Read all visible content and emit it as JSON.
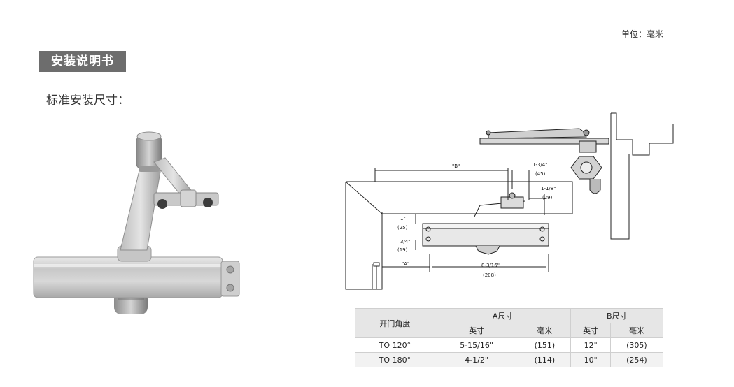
{
  "header": {
    "unit_label": "单位：毫米",
    "title": "安装说明书",
    "subtitle": "标准安装尺寸："
  },
  "diagram": {
    "labels": {
      "b": "\"B\"",
      "one_three_quarter": "1-3/4\"",
      "forty_five": "(45)",
      "one_one_eighth": "1-1/8\"",
      "twenty_nine": "(29)",
      "one_inch": "1\"",
      "twenty_five": "(25)",
      "three_quarter": "3/4\"",
      "nineteen": "(19)",
      "a": "\"A\"",
      "eight_three_sixteenth": "8-3/16\"",
      "two_zero_eight": "(208)"
    }
  },
  "table": {
    "header_angle": "开门角度",
    "header_a": "A尺寸",
    "header_b": "B尺寸",
    "sub_inch_a": "英寸",
    "sub_mm_a": "毫米",
    "sub_inch_b": "英寸",
    "sub_mm_b": "毫米",
    "rows": [
      {
        "angle": "TO 120°",
        "a_in": "5-15/16\"",
        "a_mm": "(151)",
        "b_in": "12\"",
        "b_mm": "(305)"
      },
      {
        "angle": "TO 180°",
        "a_in": "4-1/2\"",
        "a_mm": "(114)",
        "b_in": "10\"",
        "b_mm": "(254)"
      }
    ]
  }
}
